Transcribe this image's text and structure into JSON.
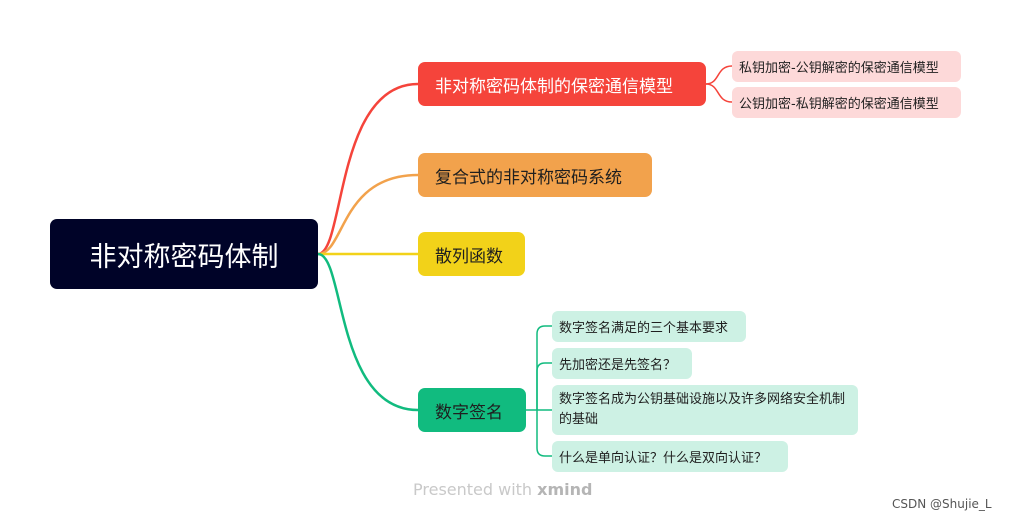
{
  "root": {
    "label": "非对称密码体制",
    "color": "#000328"
  },
  "branches": [
    {
      "label": "非对称密码体制的保密通信模型",
      "color": "#f5443b",
      "children": [
        "私钥加密-公钥解密的保密通信模型",
        "公钥加密-私钥解密的保密通信模型"
      ]
    },
    {
      "label": "复合式的非对称密码系统",
      "color": "#f2a24c",
      "children": []
    },
    {
      "label": "散列函数",
      "color": "#f2d219",
      "children": []
    },
    {
      "label": "数字签名",
      "color": "#11bb7f",
      "children": [
        "数字签名满足的三个基本要求",
        "先加密还是先签名？",
        "数字签名成为公钥基础设施以及许多网络安全机制的基础",
        "什么是单向认证？什么是双向认证？"
      ]
    }
  ],
  "footer": {
    "prefix": "Presented with",
    "brand": "xmind"
  },
  "watermark": "CSDN @Shujie_L"
}
